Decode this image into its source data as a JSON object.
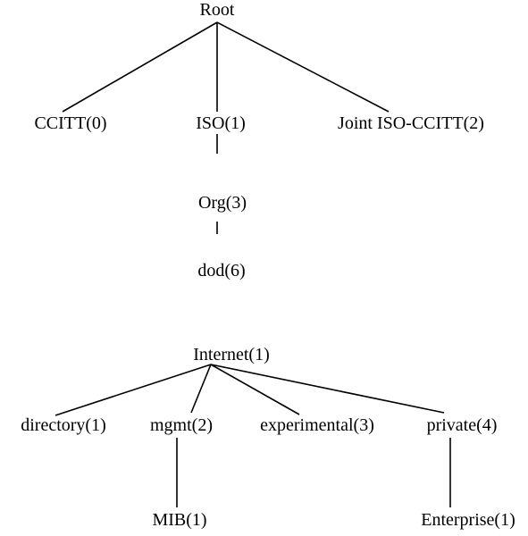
{
  "colors": {
    "line": "#000000",
    "text": "#000000",
    "background": "#ffffff"
  },
  "tree": {
    "root": "Root",
    "ccitt": "CCITT(0)",
    "iso": "ISO(1)",
    "joint": "Joint ISO-CCITT(2)",
    "org": "Org(3)",
    "dod": "dod(6)",
    "internet": "Internet(1)",
    "directory": "directory(1)",
    "mgmt": "mgmt(2)",
    "experimental": "experimental(3)",
    "private": "private(4)",
    "mib": "MIB(1)",
    "enterprise": "Enterprise(1)"
  },
  "edges": [
    [
      "root",
      "ccitt"
    ],
    [
      "root",
      "iso"
    ],
    [
      "root",
      "joint"
    ],
    [
      "iso",
      "org"
    ],
    [
      "org",
      "dod"
    ],
    [
      "dod",
      "internet"
    ],
    [
      "internet",
      "directory"
    ],
    [
      "internet",
      "mgmt"
    ],
    [
      "internet",
      "experimental"
    ],
    [
      "internet",
      "private"
    ],
    [
      "mgmt",
      "mib"
    ],
    [
      "private",
      "enterprise"
    ]
  ]
}
